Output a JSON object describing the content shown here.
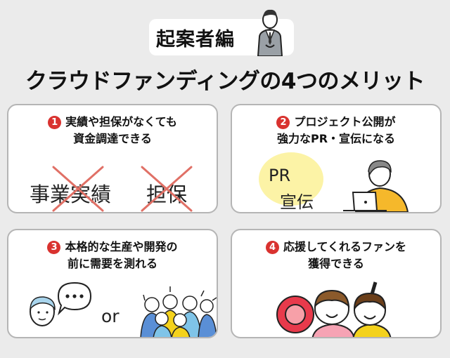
{
  "header": {
    "badge": "起案者編",
    "headline": "クラウドファンディングの4つのメリット"
  },
  "cards": [
    {
      "num": "1",
      "lines": [
        "実績や担保がなくても",
        "資金調達できる"
      ],
      "words": [
        "事業実績",
        "担保"
      ]
    },
    {
      "num": "2",
      "lines": [
        "プロジェクト公開が",
        "強力なPR・宣伝になる"
      ],
      "words": [
        "PR",
        "宣伝"
      ]
    },
    {
      "num": "3",
      "lines": [
        "本格的な生産や開発の",
        "前に需要を測れる"
      ],
      "words": [
        "or"
      ]
    },
    {
      "num": "4",
      "lines": [
        "応援してくれるファンを",
        "獲得できる"
      ],
      "words": []
    }
  ],
  "colors": {
    "background": "#ebebeb",
    "card_border": "#b5b5b5",
    "accent_red": "#d9322f",
    "yellow": "#f4d21c",
    "circle_yellow": "#fcf3a6"
  }
}
